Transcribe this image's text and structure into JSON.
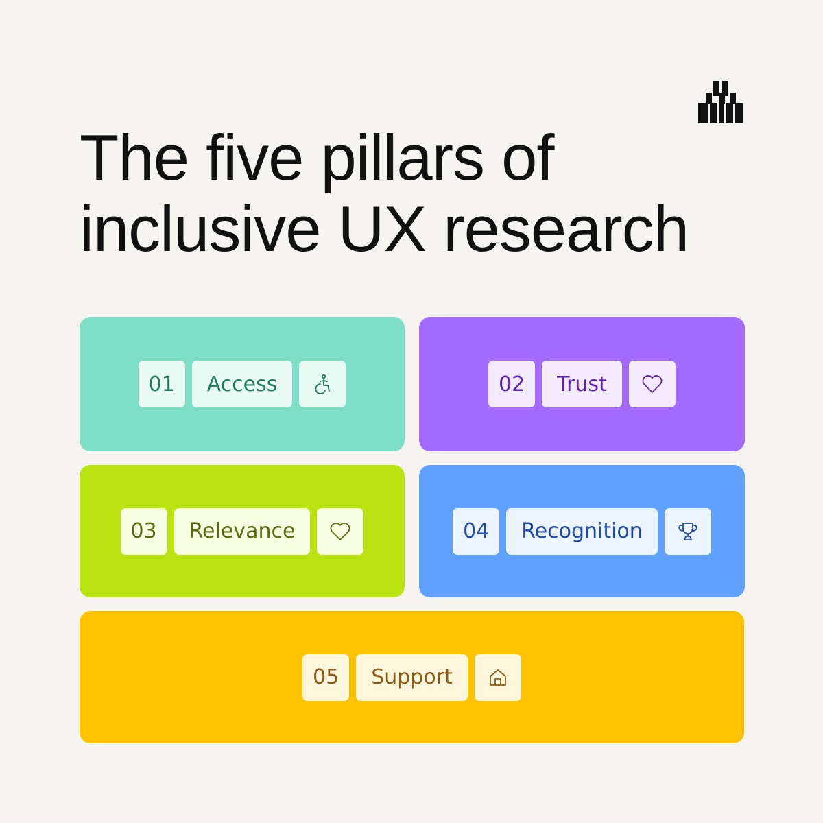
{
  "title": {
    "line1": "The five pillars of",
    "line2": "inclusive UX research"
  },
  "logo": {
    "icon": "bars-logo-icon",
    "color": "#111111"
  },
  "pillars": [
    {
      "number": "01",
      "label": "Access",
      "icon": "accessibility-icon",
      "color": "#7de0c4",
      "text_color": "#1d7a5c"
    },
    {
      "number": "02",
      "label": "Trust",
      "icon": "heart-icon",
      "color": "#a36bff",
      "text_color": "#5b22b5"
    },
    {
      "number": "03",
      "label": "Relevance",
      "icon": "heart-icon",
      "color": "#bbe312",
      "text_color": "#5c6b10"
    },
    {
      "number": "04",
      "label": "Recognition",
      "icon": "trophy-icon",
      "color": "#60a0ff",
      "text_color": "#1f4aa8"
    },
    {
      "number": "05",
      "label": "Support",
      "icon": "home-icon",
      "color": "#ffc300",
      "text_color": "#8f5a14"
    }
  ]
}
